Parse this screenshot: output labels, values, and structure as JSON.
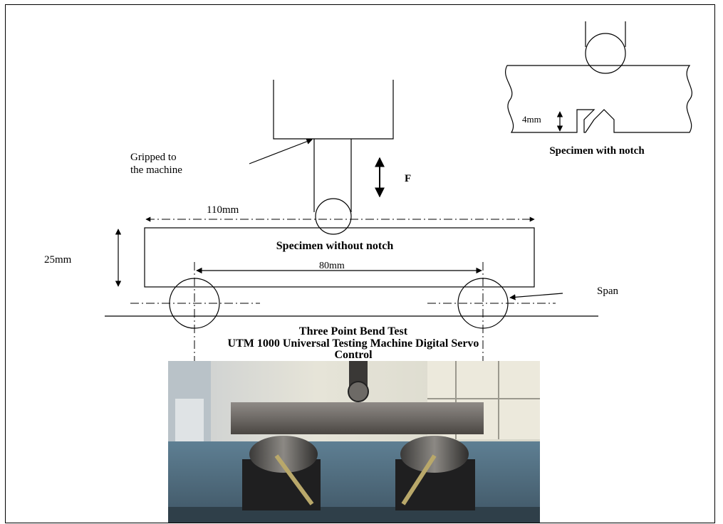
{
  "labels": {
    "gripped_line1": "Gripped to",
    "gripped_line2": "the machine",
    "force": "F",
    "length_110": "110mm",
    "specimen_without_notch": "Specimen without notch",
    "height_25": "25mm",
    "span_80": "80mm",
    "span": "Span",
    "notch_depth": "4mm",
    "specimen_with_notch": "Specimen with notch",
    "title_line1": "Three Point Bend Test",
    "title_line2": "UTM 1000 Universal Testing Machine Digital Servo",
    "title_line3": "Control"
  }
}
